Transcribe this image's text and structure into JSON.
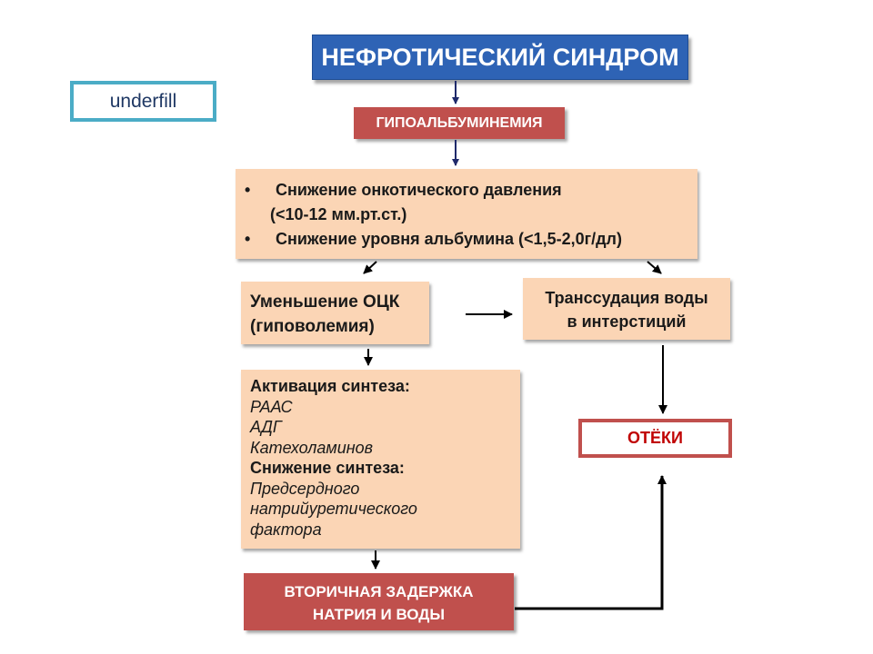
{
  "title": "НЕФРОТИЧЕСКИЙ СИНДРОМ",
  "underfill_label": "underfill",
  "hypoalbuminemia": "ГИПОАЛЬБУМИНЕМИЯ",
  "bullets": {
    "item1_line1": "Снижение онкотического давления",
    "item1_line2": "(<10-12 мм.рт.ст.)",
    "item2": "Снижение уровня альбумина (<1,5-2,0г/дл)"
  },
  "decrease": {
    "line1": "Уменьшение ОЦК",
    "line2": "(гиповолемия)"
  },
  "transudation": {
    "line1": "Транссудация воды",
    "line2": "в интерстиций"
  },
  "activation": {
    "heading": "Активация синтеза:",
    "items": [
      "РААС",
      "АДГ",
      "Катехоламинов"
    ],
    "heading2": "Снижение синтеза:",
    "items2": [
      "Предсердного",
      "натрийуретического",
      "фактора"
    ]
  },
  "edema": "ОТЁКИ",
  "secondary": {
    "line1": "ВТОРИЧНАЯ ЗАДЕРЖКА",
    "line2": "НАТРИЯ И ВОДЫ"
  },
  "colors": {
    "title_bg": "#2e63b5",
    "red_box": "#c0504d",
    "peach_box": "#fbd5b5",
    "underfill_border": "#4bacc6",
    "arrow_blue": "#1f2a6b"
  }
}
